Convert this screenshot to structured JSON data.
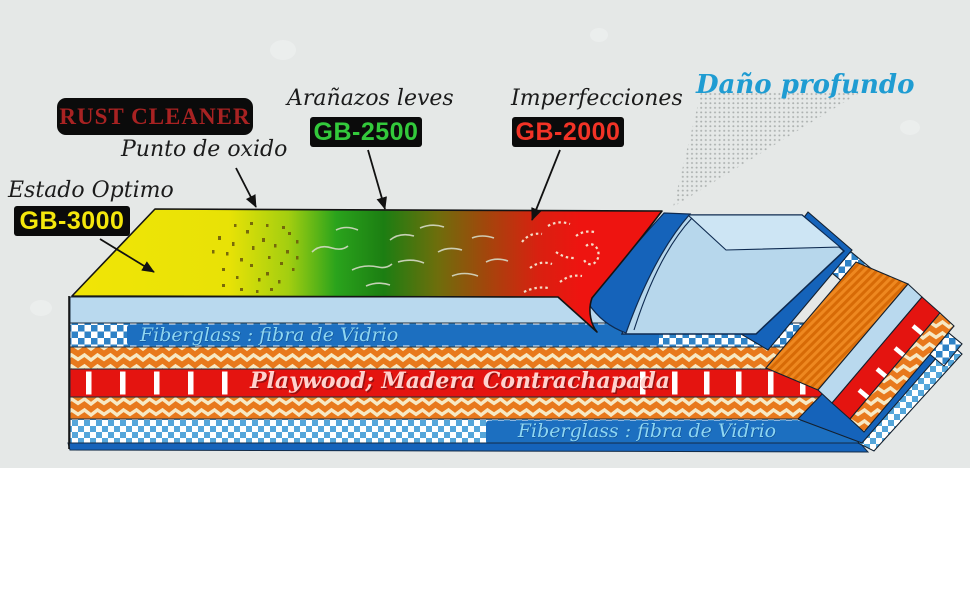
{
  "diagram": {
    "title_domain": "surface damage repair cross-section",
    "zones": {
      "estado_label": "Estado Optimo",
      "estado_code": "GB-3000",
      "rust_plate": "RUST CLEANER",
      "punto_label": "Punto de oxido",
      "aranazos_label": "Arañazos leves",
      "aranazos_code": "GB-2500",
      "imperfecciones_label": "Imperfecciones",
      "imperfecciones_code": "GB-2000",
      "dano_label": "Daño profundo"
    },
    "layers": {
      "fiberglass_top": "Fiberglass : fibra de Vidrio",
      "plywood": "Playwood; Madera Contrachapada",
      "fiberglass_bottom": "Fiberglass : fibra de Vidrio"
    },
    "colors": {
      "zone_optimo": "#f1e506",
      "zone_leves": "#2aa31c",
      "zone_imperfecciones": "#ee1410",
      "code_yellow": "#f4e70c",
      "code_green": "#33c93b",
      "code_red": "#f23326",
      "dano_text": "#1f9cd2",
      "layer_plate_blue": "#1c6fc0",
      "layer_orange": "#e8791c",
      "gel_blue": "#b9d9ee",
      "background": "#e5e8e7"
    }
  }
}
